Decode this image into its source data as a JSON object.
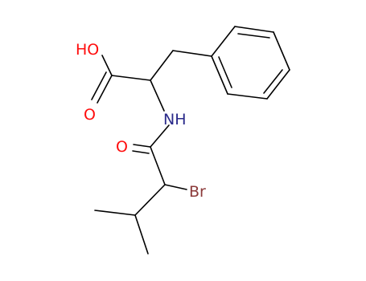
{
  "molecule": {
    "atoms": {
      "hydroxyl": "HO",
      "carboxyl_oxygen": "O",
      "amide_nitrogen": "NH",
      "amide_oxygen": "O",
      "bromine": "Br"
    },
    "colors": {
      "oxygen": "#ff0d0d",
      "nitrogen": "#2a2a8a",
      "bromine": "#8b3a3a",
      "bond": "#000000",
      "background": "#ffffff"
    }
  }
}
